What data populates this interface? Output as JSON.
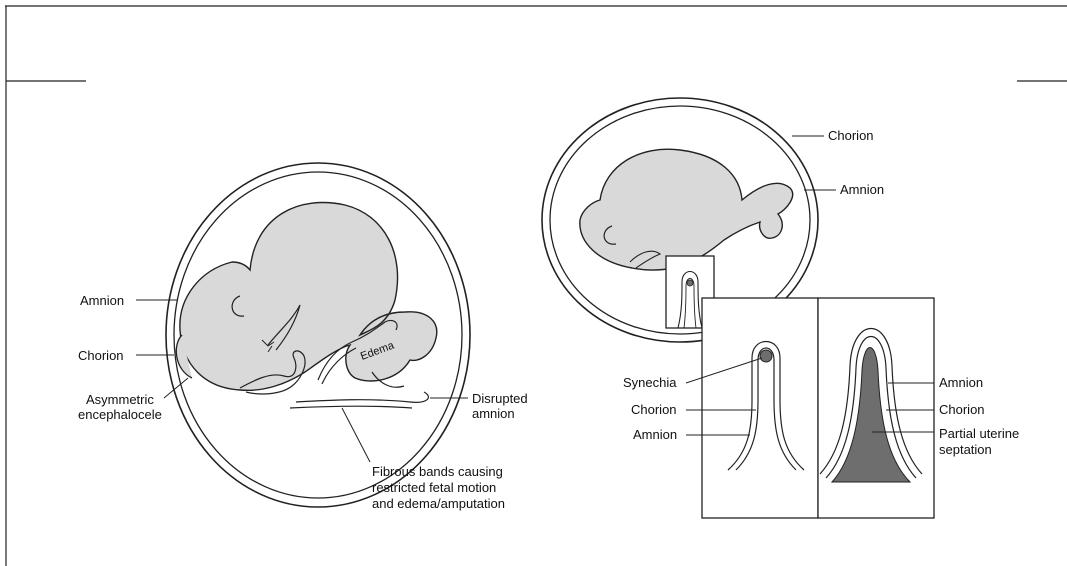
{
  "left_panel": {
    "labels": {
      "amnion": "Amnion",
      "chorion": "Chorion",
      "asym_line1": "Asymmetric",
      "asym_line2": "encephalocele",
      "edema": "Edema",
      "disrupted_line1": "Disrupted",
      "disrupted_line2": "amnion",
      "fibrous_line1": "Fibrous bands causing",
      "fibrous_line2": "restricted fetal motion",
      "fibrous_line3": "and edema/amputation"
    }
  },
  "right_panel": {
    "labels": {
      "chorion": "Chorion",
      "amnion": "Amnion",
      "synechia": "Synechia",
      "chorion2": "Chorion",
      "amnion2": "Amnion",
      "amnion3": "Amnion",
      "chorion3": "Chorion",
      "septation_line1": "Partial uterine",
      "septation_line2": "septation"
    }
  },
  "colors": {
    "fetus_fill": "#d9d9d9",
    "septation_fill": "#6e6e6e",
    "ink": "#1a1a1a"
  }
}
